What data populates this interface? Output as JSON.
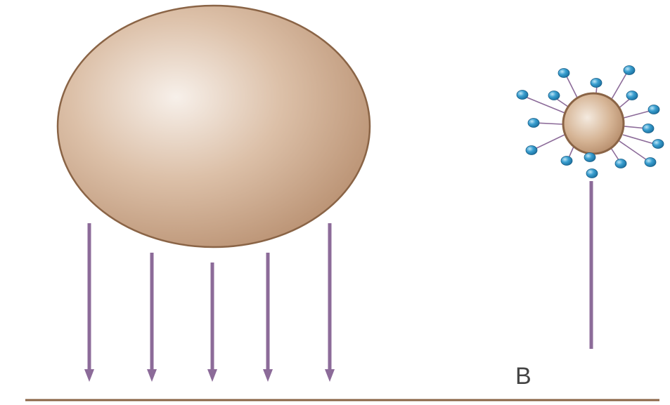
{
  "diagram": {
    "label_b": "B",
    "colors": {
      "large_particle_light": "#f7f0ea",
      "large_particle_mid": "#d8b8a0",
      "large_particle_dark": "#b48a6a",
      "particle_outline": "#8a6446",
      "arrow": "#8c6b99",
      "ion_blue": "#2a8fc2",
      "ion_highlight": "#9fd6f0",
      "ground_line": "#8a6446",
      "label_text": "#444444"
    },
    "icons": {
      "large_particle": "brown-sphere",
      "small_particle": "small-brown-sphere",
      "ion": "blue-bead"
    },
    "counts": {
      "downward_arrows_under_large_particle": 5,
      "ions_around_small_particle": 16,
      "downward_arrows_under_small_particle": 1
    }
  }
}
